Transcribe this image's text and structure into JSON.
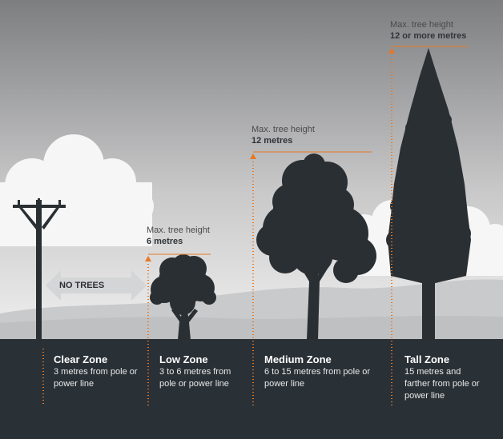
{
  "colors": {
    "sky_top": "#7d7e80",
    "sky_bottom": "#f1f1f1",
    "ground": "#293036",
    "silhouette": "#2a2f33",
    "accent": "#e87722",
    "cloud": "#f6f6f6",
    "hills": "#c9cacb"
  },
  "no_trees_label": "NO TREES",
  "heights": [
    {
      "label": "Max. tree height",
      "value": "6 metres"
    },
    {
      "label": "Max. tree height",
      "value": "12 metres"
    },
    {
      "label": "Max. tree height",
      "value": "12 or more metres"
    }
  ],
  "zones": [
    {
      "title": "Clear Zone",
      "desc": "3 metres from pole or power line"
    },
    {
      "title": "Low Zone",
      "desc": "3 to 6 metres from pole or power line"
    },
    {
      "title": "Medium Zone",
      "desc": "6 to 15 metres from pole or power line"
    },
    {
      "title": "Tall Zone",
      "desc": "15 metres and farther from pole or power line"
    }
  ]
}
